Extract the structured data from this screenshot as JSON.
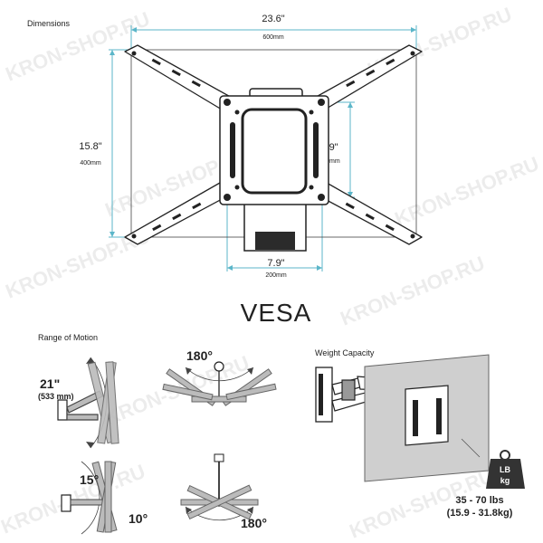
{
  "watermark": "KRON-SHOP.RU",
  "dimensions": {
    "title": "Dimensions",
    "width_in": "23.6\"",
    "width_mm": "600mm",
    "height_in": "15.8\"",
    "height_mm": "400mm",
    "inner_v_in": "7.9\"",
    "inner_v_mm": "200mm",
    "inner_h_in": "7.9\"",
    "inner_h_mm": "200mm"
  },
  "vesa_label": "VESA",
  "range_of_motion": {
    "title": "Range of Motion",
    "extension_in": "21\"",
    "extension_mm": "(533 mm)",
    "swivel_top": "180°",
    "swivel_bottom": "180°",
    "tilt_up": "15°",
    "tilt_down": "10°"
  },
  "weight_capacity": {
    "title": "Weight Capacity",
    "weight_badge_line1": "LB",
    "weight_badge_line2": "kg",
    "range_lbs": "35 - 70 lbs",
    "range_kg": "(15.9 - 31.8kg)"
  },
  "colors": {
    "dimension_line": "#5bb6c9",
    "metal": "#2b2b2b",
    "bracket_fill": "#ffffff",
    "screen_fill": "#cfcfcf",
    "weight_fill": "#333333"
  }
}
